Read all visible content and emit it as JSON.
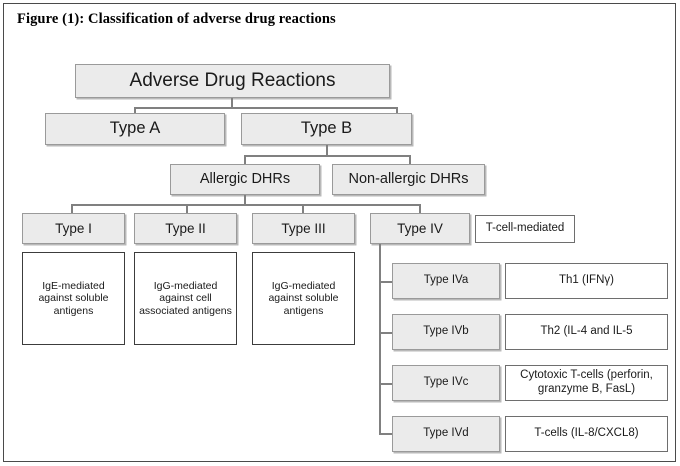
{
  "figure": {
    "title": "Figure (1): Classification of adverse drug reactions",
    "colors": {
      "box_fill_gray": "#ebebeb",
      "box_border_gray": "#9a9a9a",
      "box_fill_white": "#ffffff",
      "box_border_white": "#6e6e6e",
      "connector": "#808080",
      "outer_border": "#4a4a4a",
      "text": "#1a1a1a"
    }
  },
  "nodes": {
    "root": "Adverse Drug Reactions",
    "type_a": "Type A",
    "type_b": "Type B",
    "allergic_dhrs": "Allergic DHRs",
    "non_allergic_dhrs": "Non-allergic DHRs",
    "type_1": "Type I",
    "type_2": "Type II",
    "type_3": "Type III",
    "type_4": "Type IV",
    "t_cell_mediated": "T-cell-mediated"
  },
  "descriptions": {
    "type_1": "IgE-mediated against soluble antigens",
    "type_2": "IgG-mediated against cell associated antigens",
    "type_3": "IgG-mediated against soluble antigens"
  },
  "type_iv_subtypes": [
    {
      "label": "Type IVa",
      "value": "Th1 (IFNγ)"
    },
    {
      "label": "Type IVb",
      "value": "Th2 (IL-4 and IL-5"
    },
    {
      "label": "Type IVc",
      "value": "Cytotoxic T-cells (perforin, granzyme B, FasL)"
    },
    {
      "label": "Type IVd",
      "value": "T-cells (IL-8/CXCL8)"
    }
  ]
}
